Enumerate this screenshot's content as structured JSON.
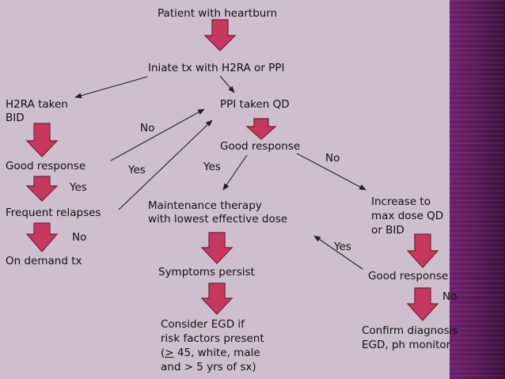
{
  "nodes": {
    "heartburn": "Patient with heartburn",
    "initiate": "Iniate tx with H2RA or PPI",
    "h2ra_bid_1": "H2RA taken",
    "h2ra_bid_2": "BID",
    "ppi_qd": "PPI taken QD",
    "good_response_left": "Good response",
    "good_response_center": "Good response",
    "frequent_relapses": "Frequent relapses",
    "on_demand": "On demand tx",
    "maintenance_1": "Maintenance therapy",
    "maintenance_2": "with lowest effective dose",
    "symptoms_persist": "Symptoms persist",
    "egd_1": "Consider EGD if",
    "egd_2": "risk factors present",
    "egd_3_ge": ">",
    "egd_3_rest": " 45, white, male",
    "egd_3_open": "(",
    "egd_4": "and > 5 yrs of sx)",
    "increase_1": "Increase to",
    "increase_2": "max dose QD",
    "increase_3": "or BID",
    "good_response_right": "Good response",
    "confirm_1": "Confirm diagnosis",
    "confirm_2": "EGD, ph monitor"
  },
  "labels": {
    "no_to_ppi": "No",
    "yes_to_ppi": "Yes",
    "yes_maintenance": "Yes",
    "no_increase": "No",
    "yes_relapses": "Yes",
    "no_on_demand": "No",
    "yes_back_maintenance": "Yes",
    "no_confirm": "No"
  },
  "colors": {
    "background": "#cdbfcd",
    "block_arrow": "#c8385e",
    "edge_bar": "#5a1a5a"
  }
}
